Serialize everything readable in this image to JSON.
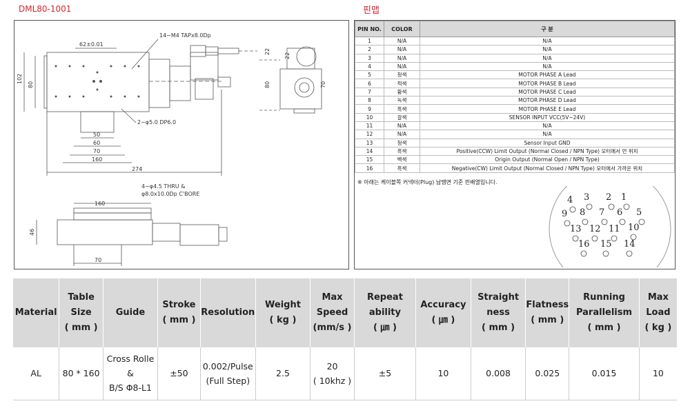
{
  "model_title": "DML80-1001",
  "pinmap_title": "핀맵",
  "drawing": {
    "tap_note": "14−M4  TAPx8.0Dp",
    "hole_note": "2−φ5.0 DP6.0",
    "thru_note1": "4−φ4.5  THRU  &",
    "thru_note2": "φ8.0x10.0Dp  C'BORE",
    "dims": {
      "d62": "62±0.01",
      "d102": "102",
      "d80": "80",
      "d50": "50",
      "d60": "60",
      "d70": "70",
      "d160": "160",
      "d274": "274",
      "d22": "22",
      "d22b": "22",
      "d80b": "80",
      "d70b": "70",
      "d160b": "160",
      "d46": "46",
      "d70c": "70"
    }
  },
  "pin_table": {
    "headers": [
      "PIN NO.",
      "COLOR",
      "구 분"
    ],
    "rows": [
      [
        "1",
        "N/A",
        "N/A"
      ],
      [
        "2",
        "N/A",
        "N/A"
      ],
      [
        "3",
        "N/A",
        "N/A"
      ],
      [
        "4",
        "N/A",
        "N/A"
      ],
      [
        "5",
        "청색",
        "MOTOR PHASE A Lead"
      ],
      [
        "6",
        "적색",
        "MOTOR PHASE B Lead"
      ],
      [
        "7",
        "황색",
        "MOTOR PHASE C Lead"
      ],
      [
        "8",
        "녹색",
        "MOTOR PHASE D Lead"
      ],
      [
        "9",
        "흑색",
        "MOTOR PHASE E Lead"
      ],
      [
        "10",
        "갈색",
        "SENSOR INPUT VCC(5V~24V)"
      ],
      [
        "11",
        "N/A",
        "N/A"
      ],
      [
        "12",
        "N/A",
        "N/A"
      ],
      [
        "13",
        "청색",
        "Sensor Input GND"
      ],
      [
        "14",
        "흑색",
        "Positive(CCW) Limit Output (Normal Closed / NPN Type) 모터에서 먼 위치"
      ],
      [
        "15",
        "백색",
        "Origin Output (Normal Open / NPN Type)"
      ],
      [
        "16",
        "흑색",
        "Negative(CW) Limit Output (Normal Closed / NPN Type) 모터에서 가까운 위치"
      ]
    ],
    "note": "※ 아래는 케이블쪽 커넥터(Plug) 납땜면 기준 핀배열입니다."
  },
  "connector_pins": [
    "1",
    "2",
    "3",
    "4",
    "5",
    "6",
    "7",
    "8",
    "9",
    "10",
    "11",
    "12",
    "13",
    "14",
    "15",
    "16"
  ],
  "spec_table": {
    "headers": [
      [
        "Material"
      ],
      [
        "Table",
        "Size",
        "( mm )"
      ],
      [
        "Guide"
      ],
      [
        "Stroke",
        "( mm )"
      ],
      [
        "Resolution"
      ],
      [
        "Weight",
        "( kg )"
      ],
      [
        "Max",
        "Speed",
        "(mm/s )"
      ],
      [
        "Repeat",
        "ability",
        "( ㎛ )"
      ],
      [
        "Accuracy",
        "( ㎛ )"
      ],
      [
        "Straight",
        "ness",
        "( mm )"
      ],
      [
        "Flatness",
        "( mm )"
      ],
      [
        "Running",
        "Parallelism",
        "( mm )"
      ],
      [
        "Max",
        "Load",
        "( kg )"
      ]
    ],
    "values": [
      [
        "AL"
      ],
      [
        "80 * 160"
      ],
      [
        "Cross Rolle",
        "&",
        "B/S Φ8-L1"
      ],
      [
        "±50"
      ],
      [
        "0.002/Pulse",
        "(Full Step)"
      ],
      [
        "2.5"
      ],
      [
        "20",
        "( 10khz )"
      ],
      [
        "±5"
      ],
      [
        "10"
      ],
      [
        "0.008"
      ],
      [
        "0.025"
      ],
      [
        "0.015"
      ],
      [
        "10"
      ]
    ]
  }
}
